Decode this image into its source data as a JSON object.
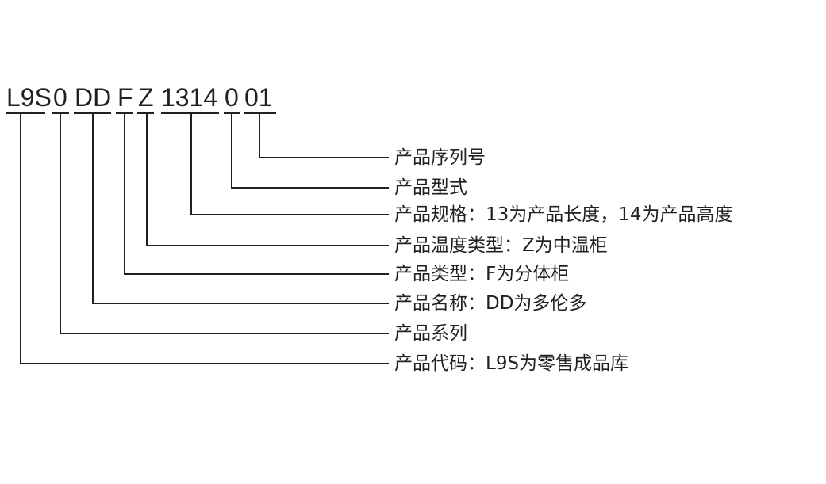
{
  "code_segments": [
    "L9S",
    "0",
    "DD",
    "F",
    "Z",
    "1314",
    "0",
    "01"
  ],
  "labels": [
    "产品序列号",
    "产品型式",
    "产品规格：13为产品长度，14为产品高度",
    "产品温度类型：Z为中温柜",
    "产品类型：F为分体柜",
    "产品名称：DD为多伦多",
    "产品系列",
    "产品代码：L9S为零售成品库"
  ],
  "line_color": "#231f20"
}
